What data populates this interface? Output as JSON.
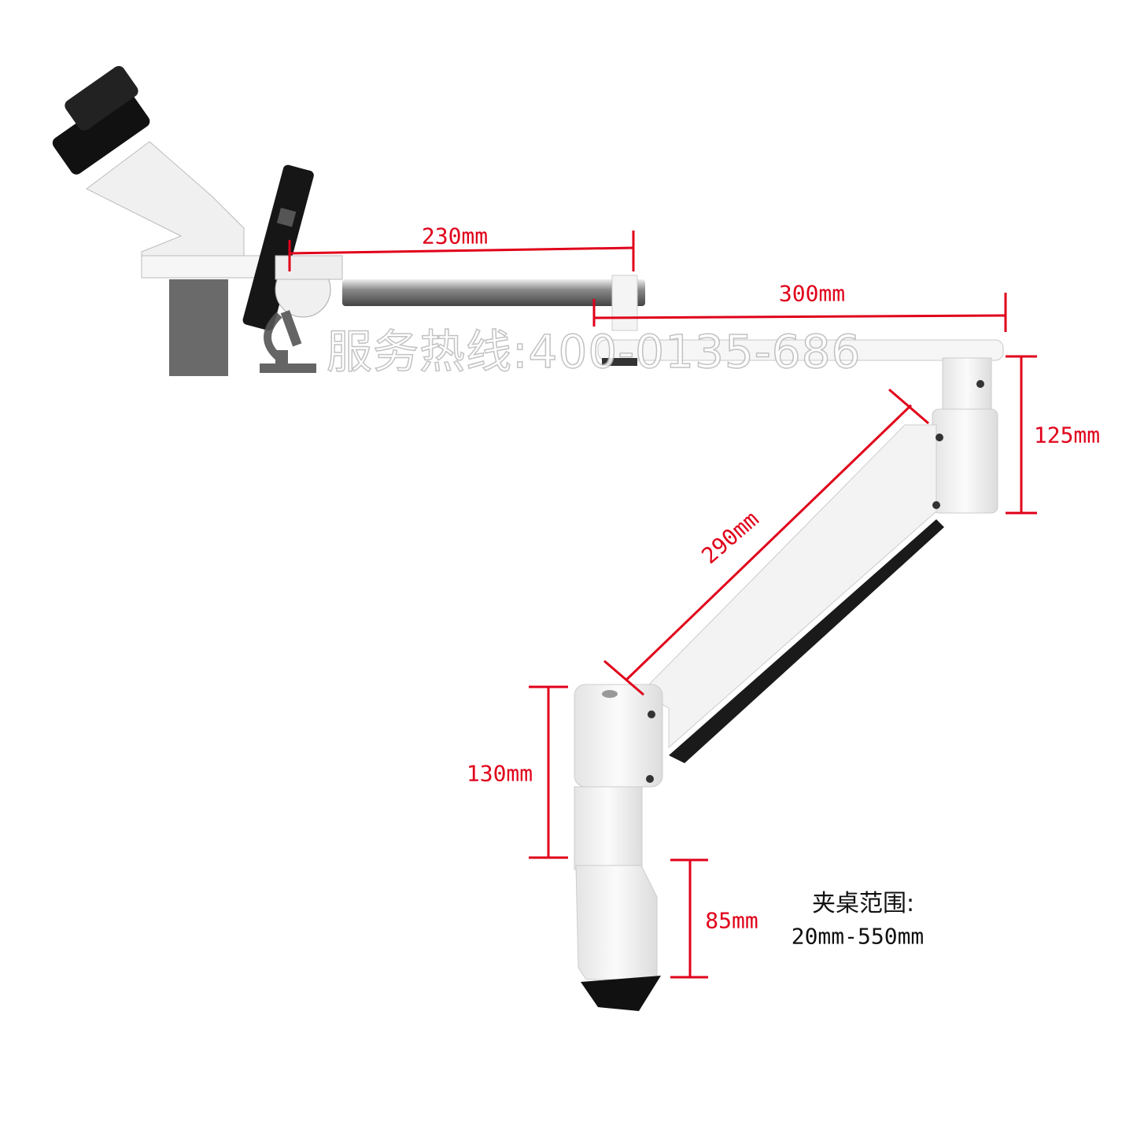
{
  "dimensions": {
    "microscope_rod": "230mm",
    "upper_arm": "300mm",
    "upper_joint": "125mm",
    "diagonal_arm": "290mm",
    "lower_post": "130mm",
    "clamp": "85mm"
  },
  "clamp_range": {
    "label": "夹桌范围:",
    "value": "20mm-550mm"
  },
  "watermark": "服务热线:400-0135-686",
  "colors": {
    "dimension_line": "#e0001a",
    "arm": "#f2f2f2",
    "outline": "#c8c8c8"
  }
}
